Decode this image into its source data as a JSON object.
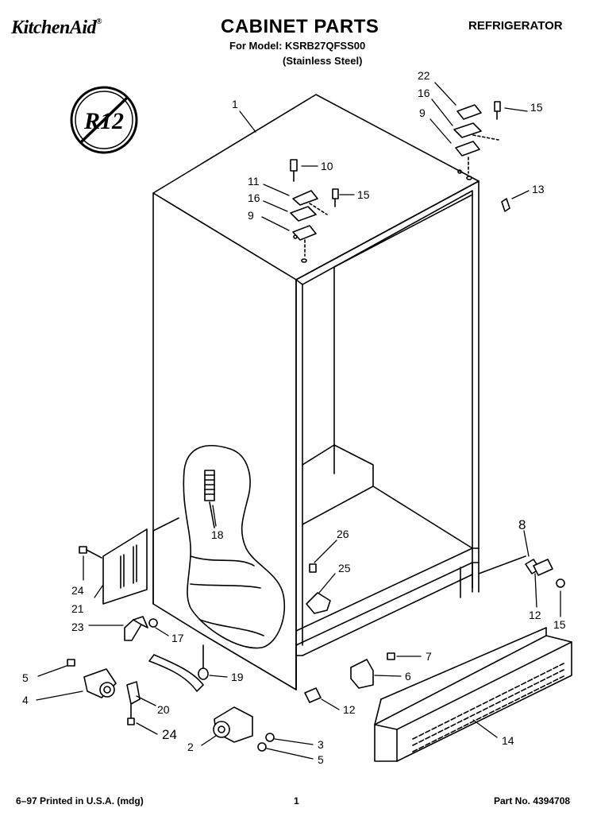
{
  "header": {
    "brand": "KitchenAid",
    "brand_mark": "®",
    "title": "CABINET PARTS",
    "category": "REFRIGERATOR",
    "model_line": "For Model: KSRB27QFSS00",
    "finish": "(Stainless Steel)",
    "badge_text": "R12"
  },
  "footer": {
    "printed": "6–97 Printed in U.S.A. (mdg)",
    "page": "1",
    "part_no": "Part No. 4394708"
  },
  "callouts": {
    "c1": "1",
    "c22": "22",
    "c16a": "16",
    "c9a": "9",
    "c15a": "15",
    "c10": "10",
    "c11": "11",
    "c16b": "16",
    "c9b": "9",
    "c15b": "15",
    "c13": "13",
    "c18": "18",
    "c8": "8",
    "c12a": "12",
    "c15c": "15",
    "c26": "26",
    "c25": "25",
    "c24a": "24",
    "c21": "21",
    "c23": "23",
    "c17": "17",
    "c7": "7",
    "c6": "6",
    "c5a": "5",
    "c4": "4",
    "c19": "19",
    "c20": "20",
    "c24b": "24",
    "c12b": "12",
    "c14": "14",
    "c2": "2",
    "c3": "3",
    "c5b": "5"
  }
}
